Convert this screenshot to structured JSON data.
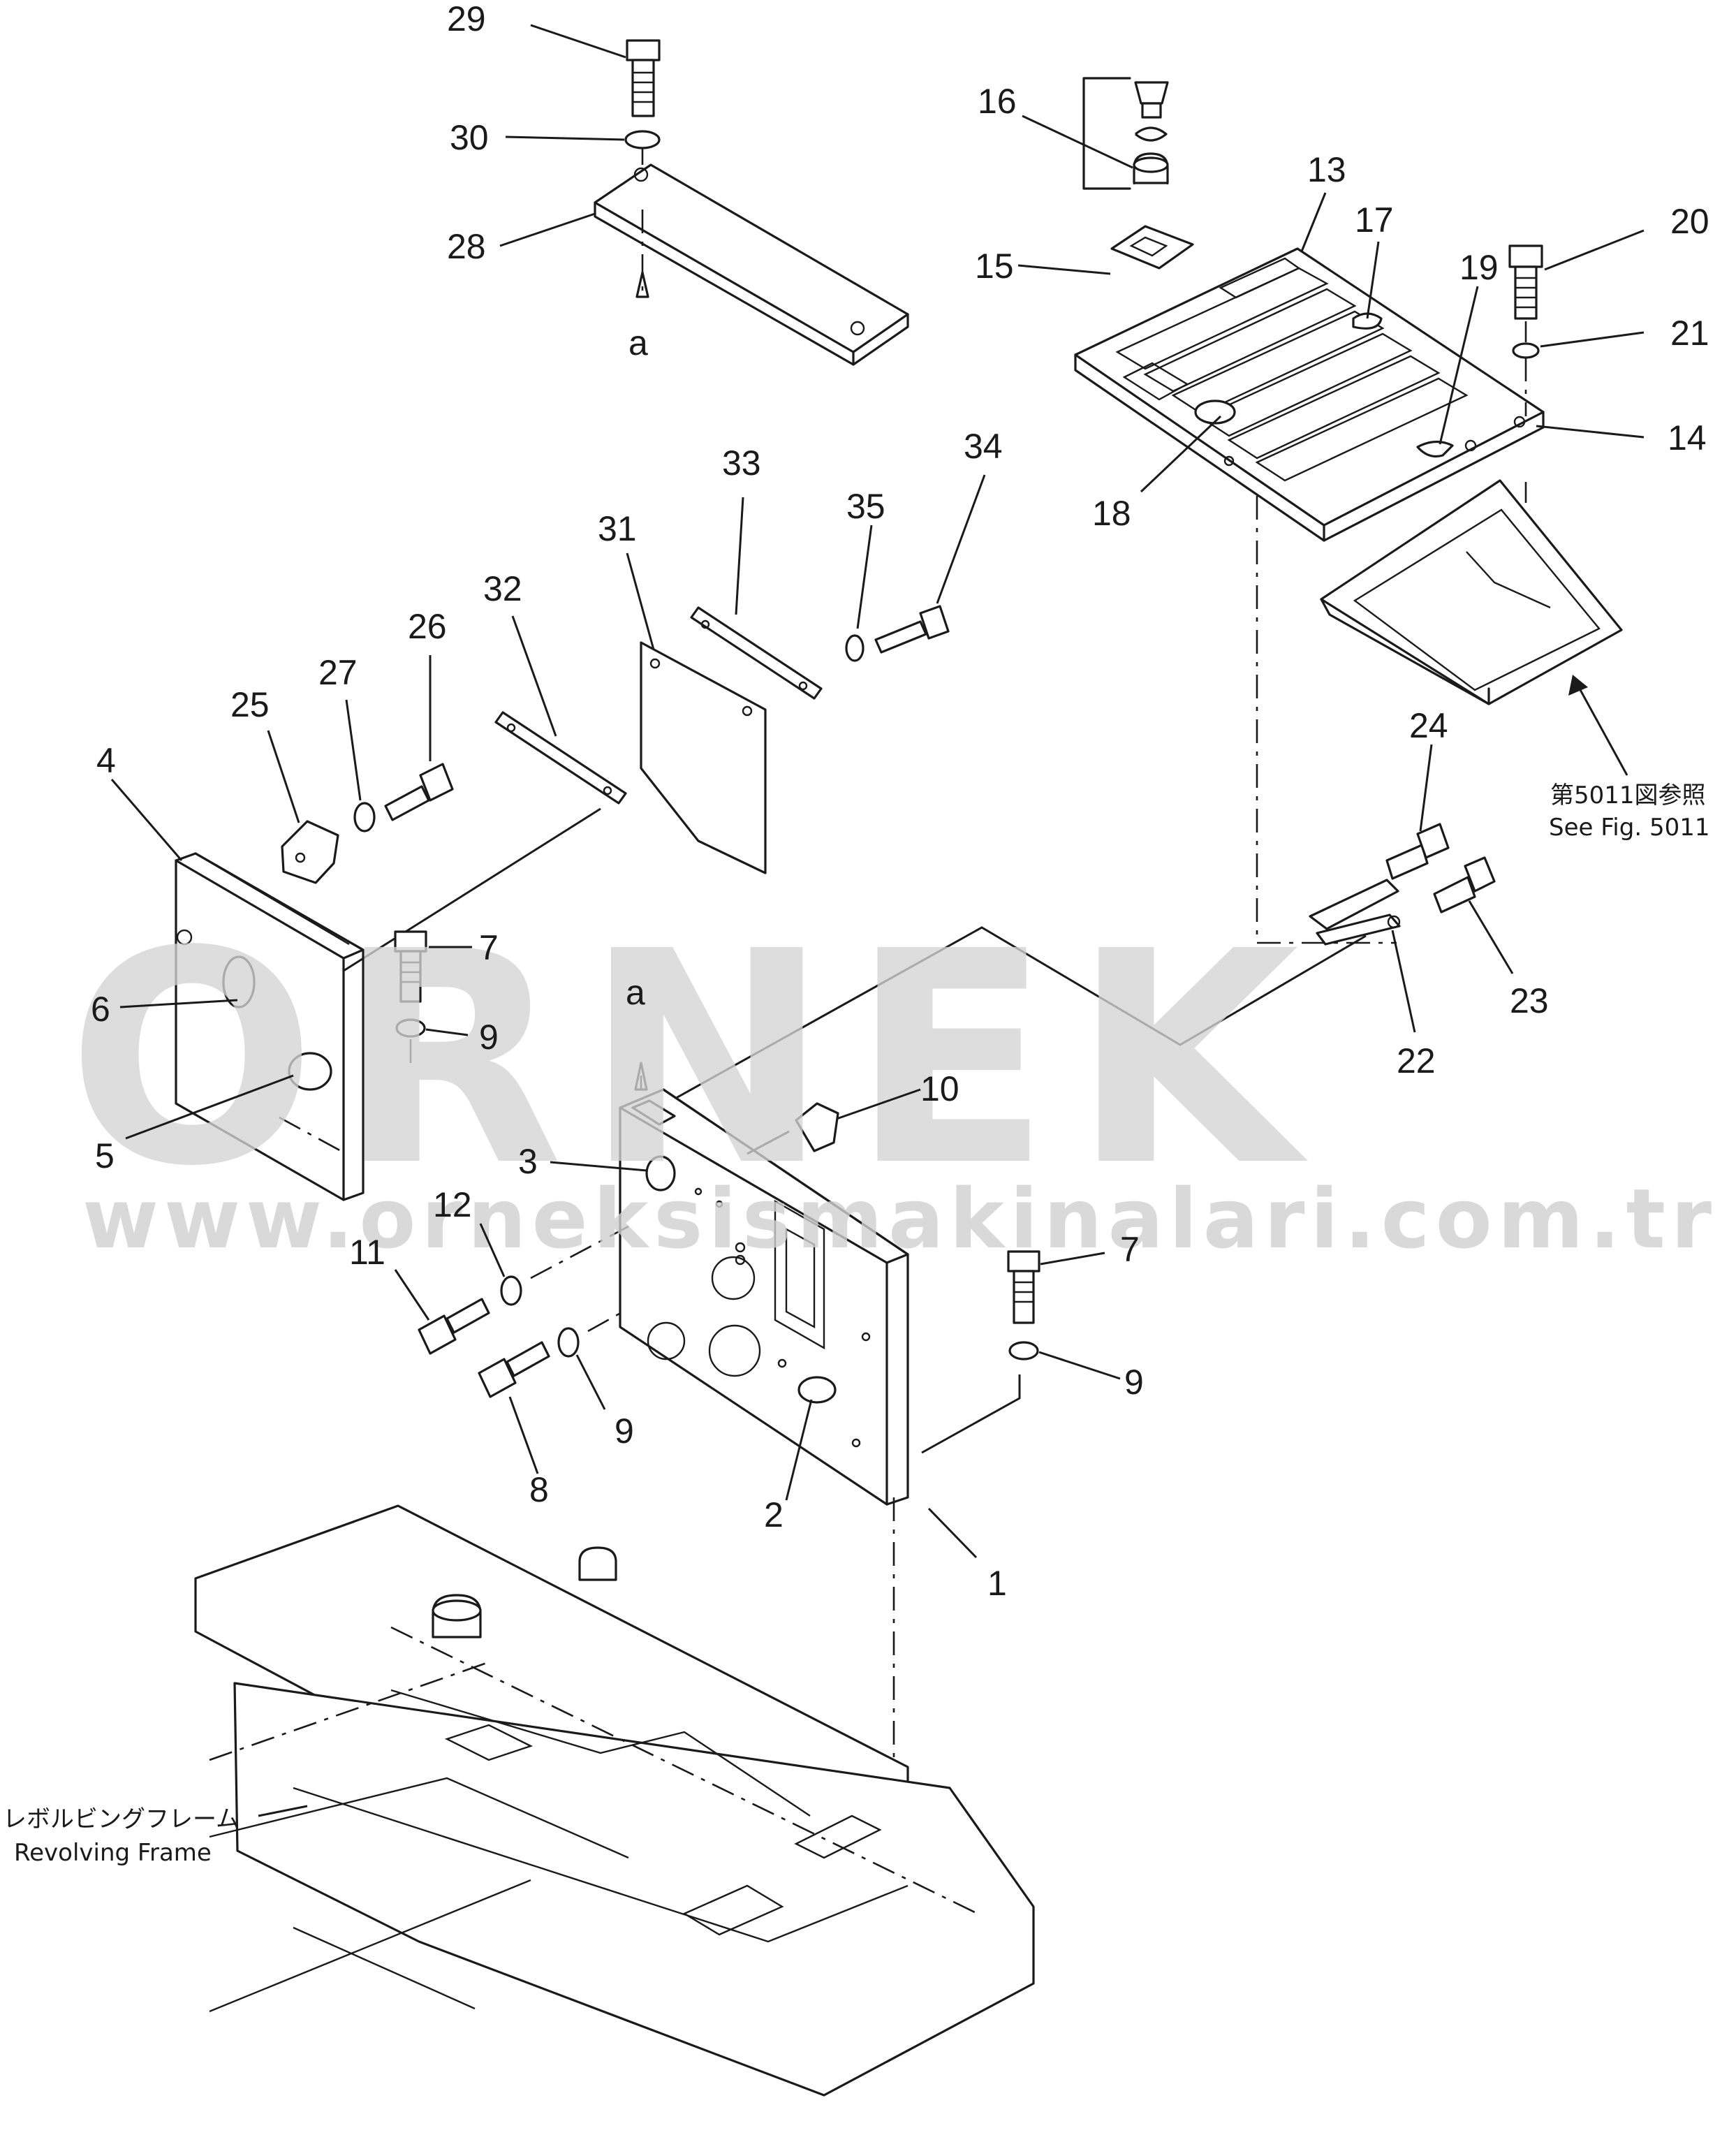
{
  "watermark": {
    "brand": "ORNEK",
    "url": "www.orneksismakinalari.com.tr",
    "color": "#d4d4d4"
  },
  "labels": {
    "view_marker": "a",
    "see_fig_jp": "第5011図参照",
    "see_fig_en": "See Fig. 5011",
    "frame_jp": "レボルビングフレーム",
    "frame_en": "Revolving Frame"
  },
  "callouts": [
    {
      "id": "c29",
      "label": "29"
    },
    {
      "id": "c30",
      "label": "30"
    },
    {
      "id": "c28",
      "label": "28"
    },
    {
      "id": "c16",
      "label": "16"
    },
    {
      "id": "c15",
      "label": "15"
    },
    {
      "id": "c13",
      "label": "13"
    },
    {
      "id": "c17",
      "label": "17"
    },
    {
      "id": "c19",
      "label": "19"
    },
    {
      "id": "c20",
      "label": "20"
    },
    {
      "id": "c21",
      "label": "21"
    },
    {
      "id": "c14",
      "label": "14"
    },
    {
      "id": "c18",
      "label": "18"
    },
    {
      "id": "c33",
      "label": "33"
    },
    {
      "id": "c35",
      "label": "35"
    },
    {
      "id": "c34",
      "label": "34"
    },
    {
      "id": "c31",
      "label": "31"
    },
    {
      "id": "c32",
      "label": "32"
    },
    {
      "id": "c26",
      "label": "26"
    },
    {
      "id": "c27",
      "label": "27"
    },
    {
      "id": "c25",
      "label": "25"
    },
    {
      "id": "c4",
      "label": "4"
    },
    {
      "id": "c24",
      "label": "24"
    },
    {
      "id": "c23",
      "label": "23"
    },
    {
      "id": "c22",
      "label": "22"
    },
    {
      "id": "c7a",
      "label": "7"
    },
    {
      "id": "c9a",
      "label": "9"
    },
    {
      "id": "c6",
      "label": "6"
    },
    {
      "id": "c5",
      "label": "5"
    },
    {
      "id": "c10",
      "label": "10"
    },
    {
      "id": "c3",
      "label": "3"
    },
    {
      "id": "c12",
      "label": "12"
    },
    {
      "id": "c11",
      "label": "11"
    },
    {
      "id": "c7b",
      "label": "7"
    },
    {
      "id": "c9b",
      "label": "9"
    },
    {
      "id": "c9c",
      "label": "9"
    },
    {
      "id": "c8",
      "label": "8"
    },
    {
      "id": "c2",
      "label": "2"
    },
    {
      "id": "c1",
      "label": "1"
    }
  ]
}
